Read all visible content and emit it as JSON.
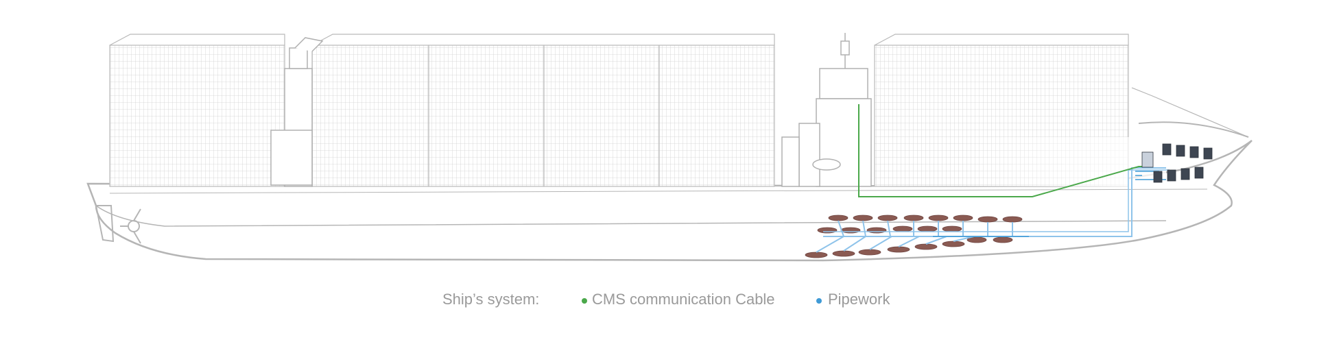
{
  "legend": {
    "title": "Ship’s system:",
    "items": [
      {
        "label": "CMS communication Cable",
        "color": "#4aa84a"
      },
      {
        "label": "Pipework",
        "color": "#3f9ad6"
      }
    ]
  },
  "colors": {
    "hull": "#b5b5b5",
    "container_line": "#c9c9c9",
    "cable": "#4aa84a",
    "pipe": "#8ec3ea",
    "pipe_dark": "#3f9ad6",
    "tank": "#8a5a52",
    "panel": "#3e4652"
  }
}
